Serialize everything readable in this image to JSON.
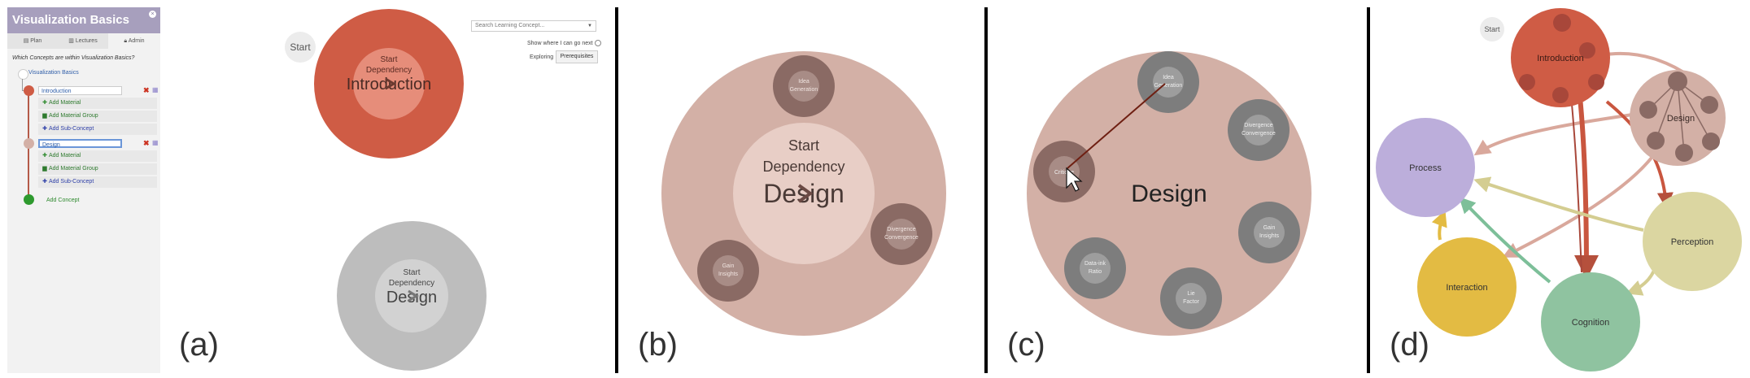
{
  "sidebar": {
    "title": "Visualization Basics",
    "close_icon": "close-icon",
    "tabs": [
      "Plan",
      "Lectures",
      "Admin"
    ],
    "question": "Which Concepts are within Visualization Basics?",
    "root_link": "Visualization Basics",
    "concepts": [
      {
        "name": "Introduction",
        "color": "#cf5c45"
      },
      {
        "name": "Design",
        "color": "#d3b0a6"
      }
    ],
    "actions": [
      "Add Material",
      "Add Material Group",
      "Add Sub-Concept"
    ],
    "add_concept": "Add Concept"
  },
  "controls": {
    "search_placeholder": "Search Learning Concept...",
    "show_next": "Show where I can go next",
    "exploring": "Exploring",
    "prerequisites_button": "Prerequisites"
  },
  "panel_labels": [
    "(a)",
    "(b)",
    "(c)",
    "(d)"
  ],
  "panel_a": {
    "start": "Start",
    "top": {
      "inner": [
        "Start",
        "Dependency"
      ],
      "title": "Introduction",
      "color": "#cf5c45"
    },
    "bottom": {
      "inner": [
        "Start",
        "Dependency"
      ],
      "title": "Design",
      "color": "#bdbdbd"
    }
  },
  "panel_b": {
    "inner": [
      "Start",
      "Dependency"
    ],
    "title": "Design",
    "children": [
      [
        "Idea",
        "Generation"
      ],
      [
        "Divergence",
        "Convergence"
      ],
      [
        "Gain",
        "Insights"
      ]
    ]
  },
  "panel_c": {
    "title": "Design",
    "children": [
      [
        "Idea",
        "Generation"
      ],
      [
        "Divergence",
        "Convergence"
      ],
      [
        "Gain",
        "Insights"
      ],
      [
        "Lie",
        "Factor"
      ],
      [
        "Data-ink",
        "Ratio"
      ],
      [
        "Critique"
      ]
    ]
  },
  "panel_d": {
    "start": "Start",
    "nodes": [
      {
        "id": "introduction",
        "label": "Introduction",
        "color": "#cf5c45"
      },
      {
        "id": "design",
        "label": "Design",
        "color": "#d3b0a6"
      },
      {
        "id": "process",
        "label": "Process",
        "color": "#bcaedb"
      },
      {
        "id": "perception",
        "label": "Perception",
        "color": "#dbd6a1"
      },
      {
        "id": "interaction",
        "label": "Interaction",
        "color": "#e3bb43"
      },
      {
        "id": "cognition",
        "label": "Cognition",
        "color": "#8fc3a0"
      }
    ]
  }
}
